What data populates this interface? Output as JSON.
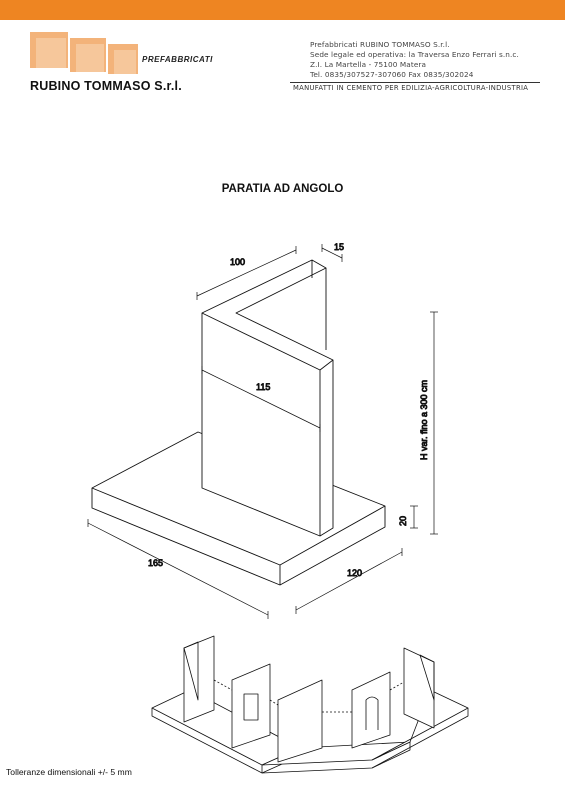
{
  "header": {
    "accent_color": "#ee8522",
    "brand_word": "PREFABBRICATI",
    "company_name": "RUBINO TOMMASO S.r.l.",
    "info_lines": [
      "Prefabbricati RUBINO TOMMASO S.r.l.",
      "Sede legale ed operativa: la Traversa Enzo Ferrari s.n.c.",
      "Z.I. La Martella  -  75100 Matera",
      "Tel. 0835/307527-307060   Fax 0835/302024"
    ],
    "tagline": "MANUFATTI IN CEMENTO PER EDILIZIA-AGRICOLTURA-INDUSTRIA"
  },
  "title": "PARATIA AD ANGOLO",
  "dimensions": {
    "top_flange": "100",
    "thickness": "15",
    "wall_length": "115",
    "height": "H var. fino a 300 cm",
    "base_thickness": "20",
    "base_length": "165",
    "base_width": "120"
  },
  "footer": {
    "tolerance": "Tolleranze dimensionali +/- 5 mm"
  }
}
